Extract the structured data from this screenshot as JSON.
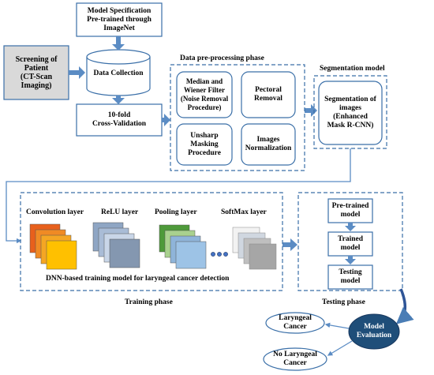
{
  "colors": {
    "box_stroke": "#3a6fa8",
    "fill_grey": "#d9d9d9",
    "fill_light": "#ffffff",
    "arrow": "#5b8cc4",
    "oval_dark": "#1f4e79"
  },
  "nodes": {
    "model_spec": "Model Specification\nPre-trained through\nImageNet",
    "screening": "Screening of\nPatient\n(CT-Scan\nImaging)",
    "data_collection": "Data Collection",
    "cross_validation": "10-fold\nCross-Validation",
    "preprocessing_title": "Data pre-processing phase",
    "median_filter": "Median and\nWiener Filter\n(Noise Removal\nProcedure)",
    "pectoral_removal": "Pectoral\nRemoval",
    "unsharp_masking": "Unsharp\nMasking\nProcedure",
    "images_normalization": "Images\nNormalization",
    "segmentation_title": "Segmentation model",
    "segmentation_box": "Segmentation of\nimages\n(Enhanced\nMask R-CNN)",
    "convolution_layer": "Convolution layer",
    "relu_layer": "ReLU layer",
    "pooling_layer": "Pooling layer",
    "softmax_layer": "SoftMax layer",
    "dnn_caption": "DNN-based training model for laryngeal cancer detection",
    "training_phase": "Training phase",
    "pretrained_model": "Pre-trained\nmodel",
    "trained_model": "Trained\nmodel",
    "testing_model": "Testing\nmodel",
    "testing_phase": "Testing phase",
    "model_evaluation": "Model\nEvaluation",
    "laryngeal_cancer": "Laryngeal\nCancer",
    "no_laryngeal_cancer": "No Laryngeal\nCancer"
  }
}
